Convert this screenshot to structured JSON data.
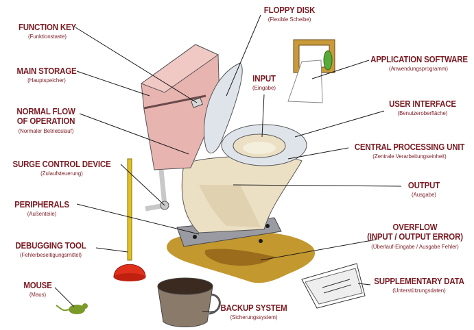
{
  "labels": {
    "function_key": {
      "title": "FUNCTION KEY",
      "subtitle": "(Funktionstaste)"
    },
    "main_storage": {
      "title": "MAIN STORAGE",
      "subtitle": "(Hauptspeicher)"
    },
    "normal_flow": {
      "title_1": "NORMAL FLOW",
      "title_2": "OF OPERATION",
      "subtitle": "(Normaler Betriebslauf)"
    },
    "surge_control": {
      "title": "SURGE CONTROL DEVICE",
      "subtitle": "(Zulaufsteuerung)"
    },
    "peripherals": {
      "title": "PERIPHERALS",
      "subtitle": "(Außenteile)"
    },
    "debugging_tool": {
      "title": "DEBUGGING TOOL",
      "subtitle": "(Fehlerbeseitigungsmittel)"
    },
    "mouse": {
      "title": "MOUSE",
      "subtitle": "(Maus)"
    },
    "floppy_disk": {
      "title": "FLOPPY DISK",
      "subtitle": "(Flexible Scheibe)"
    },
    "input": {
      "title": "INPUT",
      "subtitle": "(Eingabe)"
    },
    "application_software": {
      "title": "APPLICATION SOFTWARE",
      "subtitle": "(Anwendungsprogramm)"
    },
    "user_interface": {
      "title": "USER INTERFACE",
      "subtitle": "(Benutzeroberfläche)"
    },
    "cpu": {
      "title": "CENTRAL PROCESSING UNIT",
      "subtitle": "(Zentrale Verarbeitungseinheit)"
    },
    "output": {
      "title": "OUTPUT",
      "subtitle": "(Ausgabe)"
    },
    "overflow": {
      "title_1": "OVERFLOW",
      "title_2": "(INPUT / OUTPUT ERROR)",
      "subtitle": "(Überlauf-Eingabe / Ausgabe Fehler)"
    },
    "supplementary_data": {
      "title": "SUPPLEMENTARY DATA",
      "subtitle": "(Unterstützungsdaten)"
    },
    "backup_system": {
      "title": "BACKUP SYSTEM",
      "subtitle": "(Sicherungssystem)"
    }
  },
  "colors": {
    "label_text": "#7a1a22",
    "tank": "#e8b4b0",
    "porcelain": "#ece0c4",
    "seat": "#dfe3ea",
    "base_plate": "#9a9aa2",
    "plunger_cup": "#e0301c",
    "plunger_handle": "#e0c020",
    "overflow_puddle": "#b8860b",
    "mouse": "#7a9a2a",
    "bucket": "#8a7a6a"
  },
  "icons": [
    "toilet-illustration",
    "plunger-icon",
    "mouse-icon",
    "bucket-icon",
    "toilet-paper-icon",
    "newspaper-icon"
  ]
}
